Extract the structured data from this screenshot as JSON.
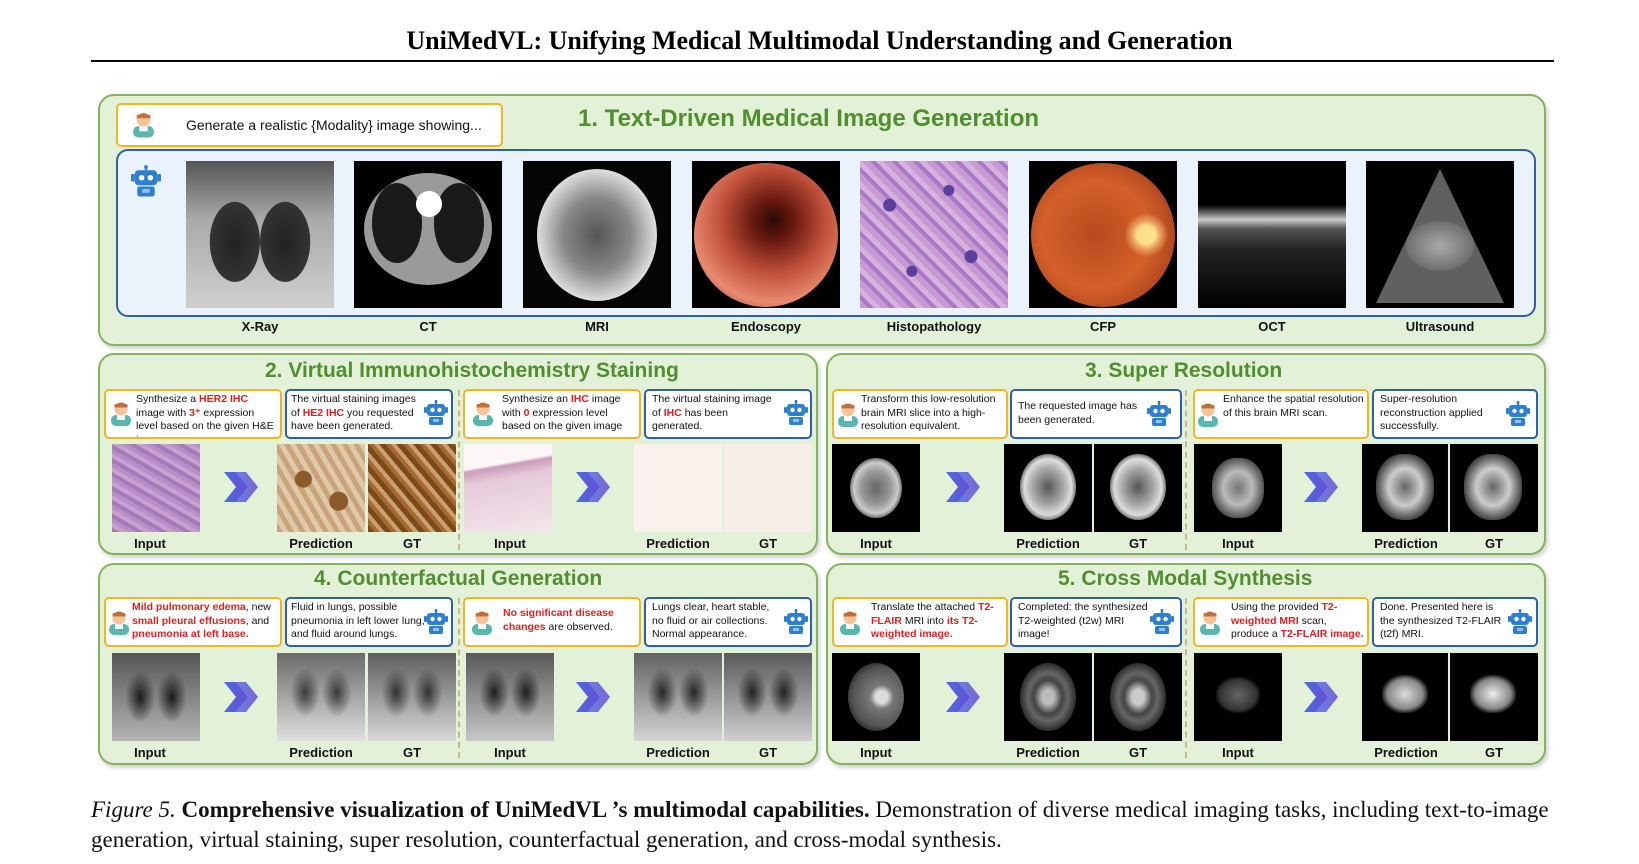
{
  "header": {
    "title": "UniMedVL: Unifying Medical Multimodal Understanding and Generation"
  },
  "section1": {
    "title": "1. Text-Driven Medical Image Generation",
    "prompt": "Generate a realistic {Modality} image showing...",
    "modalities": [
      "X-Ray",
      "CT",
      "MRI",
      "Endoscopy",
      "Histopathology",
      "CFP",
      "OCT",
      "Ultrasound"
    ]
  },
  "section2": {
    "title": "2. Virtual Immunohistochemistry Staining",
    "ex1": {
      "user_parts": [
        "Synthesize a ",
        "HER2 IHC",
        " image with ",
        "3⁺",
        " expression level based on the given H&E image."
      ],
      "bot_parts": [
        "The virtual staining images of ",
        "HE2 IHC",
        " you requested have been generated."
      ]
    },
    "ex2": {
      "user_parts": [
        "Synthesize an ",
        "IHC",
        " image with ",
        "0",
        " expression level based on the given image"
      ],
      "bot_parts": [
        "The virtual staining image of ",
        "IHC",
        " has been generated."
      ]
    }
  },
  "section3": {
    "title": "3. Super Resolution",
    "ex1": {
      "user": "Transform this low-resolution brain MRI slice into a high-resolution equivalent.",
      "bot": "The requested image has been generated."
    },
    "ex2": {
      "user": "Enhance the spatial resolution of this brain MRI scan.",
      "bot": "Super-resolution reconstruction applied successfully."
    }
  },
  "section4": {
    "title": "4. Counterfactual Generation",
    "ex1": {
      "user_parts": [
        "Mild pulmonary edema",
        ", new ",
        "small pleural effusions",
        ", and ",
        "pneumonia at left base."
      ],
      "bot": "Fluid in lungs, possible pneumonia in left lower lung, and fluid around lungs."
    },
    "ex2": {
      "user_parts": [
        "No significant disease changes",
        " are observed."
      ],
      "bot": "Lungs clear, heart stable, no fluid or air collections. Normal appearance."
    }
  },
  "section5": {
    "title": "5. Cross Modal Synthesis",
    "ex1": {
      "user_parts": [
        "Translate the attached ",
        "T2-FLAIR",
        " MRI into ",
        "its T2-weighted image."
      ],
      "bot": "Completed: the synthesized T2-weighted (t2w) MRI image!"
    },
    "ex2": {
      "user_parts": [
        "Using the provided ",
        "T2-weighted MRI",
        " scan, produce a ",
        "T2-FLAIR image."
      ],
      "bot": "Done. Presented here is the synthesized T2-FLAIR (t2f) MRI."
    }
  },
  "labels": {
    "input": "Input",
    "prediction": "Prediction",
    "gt": "GT"
  },
  "caption": {
    "fig": "Figure 5.",
    "bold": "Comprehensive visualization of UniMedVL ’s multimodal capabilities.",
    "rest": "Demonstration of diverse medical imaging tasks, including text-to-image generation, virtual staining, super resolution, counterfactual generation, and cross-modal synthesis."
  },
  "colors": {
    "panel_bg": "#e3f1d8",
    "panel_border": "#86b45e",
    "title_green": "#4f8f2e",
    "user_border": "#f0b81f",
    "bot_border": "#2f5fa8",
    "highlight_red": "#e02020"
  }
}
